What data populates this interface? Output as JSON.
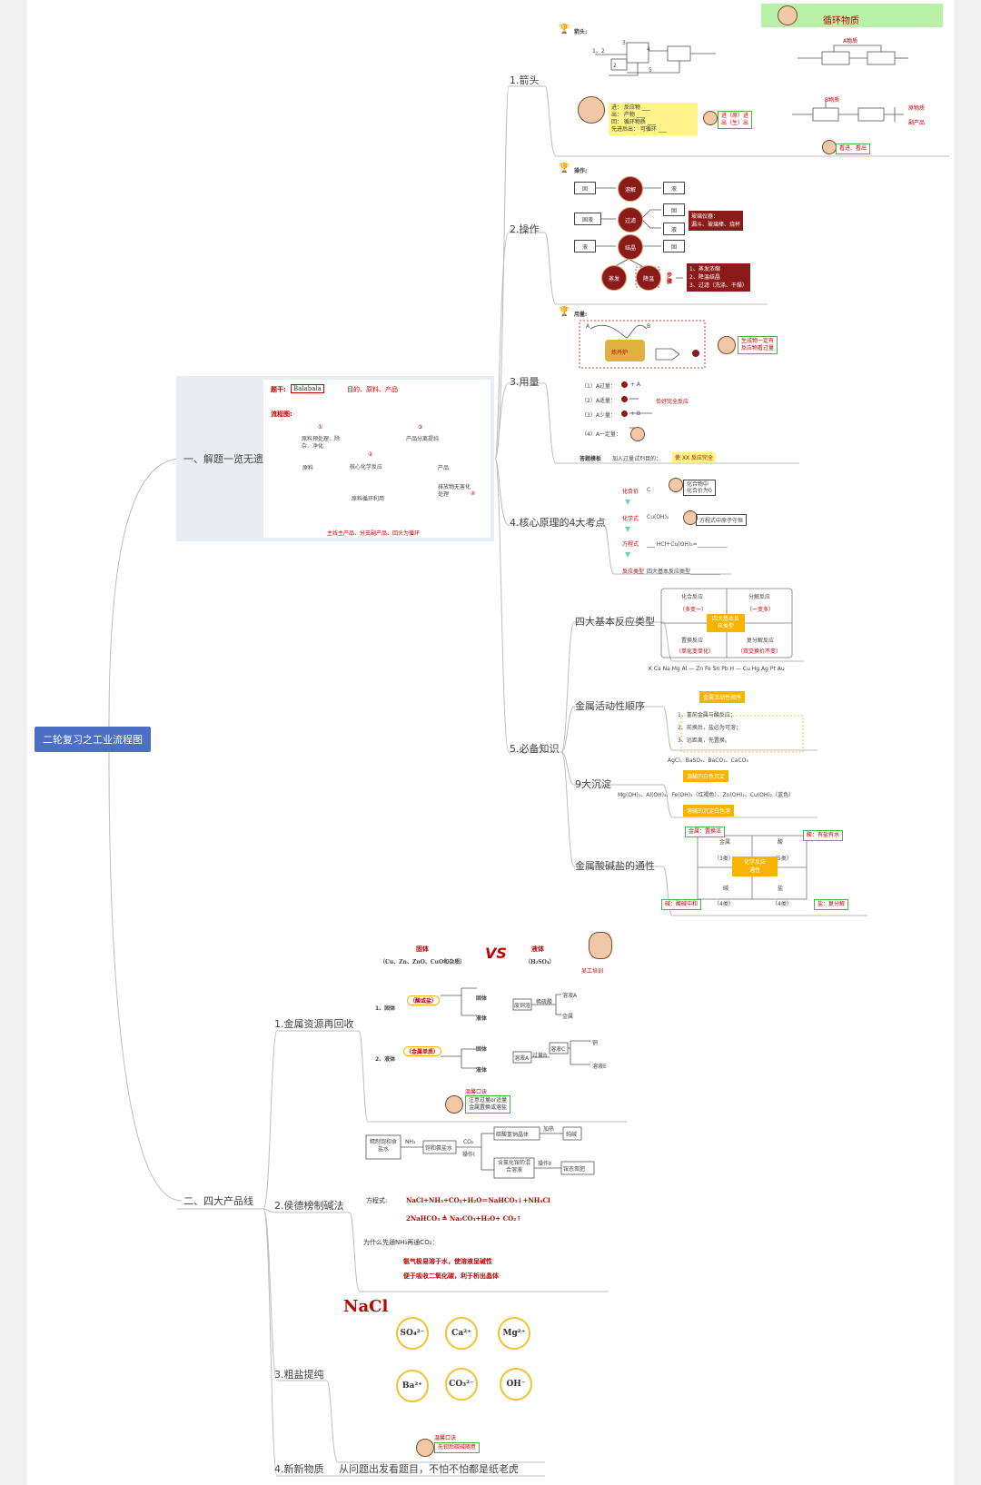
{
  "root": {
    "label": "二轮复习之工业流程图"
  },
  "main_branches": [
    {
      "label": "一、解题一览无遗"
    },
    {
      "label": "二、四大产品线"
    }
  ],
  "part1": {
    "topics": [
      "1.箭头",
      "2.操作",
      "3.用量",
      "4.核心原理的4大考点",
      "5.必备知识"
    ],
    "arrows": {
      "heading": "箭头:",
      "numbers": [
        "1、2",
        "3",
        "4",
        "2",
        "5"
      ],
      "corner_title": "循环物质",
      "a_label": "A物质",
      "card": [
        "进：  反应物  ___",
        "出：  产物  ___",
        "回：  循环物质  ___",
        "先进后出：  可循环  ___"
      ],
      "tip1": [
        "进（原）进",
        "出（生）出"
      ],
      "b_label": "B物质",
      "tip2": "看进、看出",
      "side_labels": [
        "原物质",
        "副产品"
      ]
    },
    "operation": {
      "heading": "操作:",
      "row1": [
        "固",
        "溶解",
        "液"
      ],
      "row2": [
        "固液",
        "过滤",
        "固",
        "液"
      ],
      "row3": [
        "液",
        "结晶",
        "固"
      ],
      "row3_sub": [
        "蒸发",
        "降温"
      ],
      "instrument": [
        "玻璃仪器：",
        "漏斗、玻璃棒、烧杯"
      ],
      "step_tag": "步骤",
      "steps": [
        "1、蒸发浓缩",
        "2、降温结晶",
        "3、过滤（洗涤、干燥）"
      ]
    },
    "amount": {
      "heading": "用量:",
      "a": "A",
      "b": "B",
      "machine": "炼丹炉",
      "tip": [
        "生成物一定有",
        "反应物看过量"
      ],
      "items": [
        "（1）A过量：",
        "（2）A适量：",
        "（3）A少量：",
        "（4）A一定量："
      ],
      "plus_a": "+ A",
      "plus_b": "+ B",
      "exact": "恰好完全反应",
      "bottom_label": "答题模板",
      "bottom_text": "加入过量试剂目的：",
      "bottom_answer": "使 XX 反应完全"
    },
    "core": {
      "rows": [
        "化合价",
        "化学式",
        "方程式",
        "反应类型"
      ],
      "row_vals": [
        "C",
        "Cu(OH)₂",
        "___ HCl+Cu(OH)₂=___________",
        "四大基本反应类型___________"
      ],
      "tips": [
        "化合物中",
        "化合价为0",
        "方程式中原子守恒"
      ]
    },
    "knowledge": {
      "sub_topics": [
        "四大基本反应类型",
        "金属活动性顺序",
        "9大沉淀",
        "金属酸碱盐的通性"
      ],
      "reaction_types": {
        "quad": [
          "化合反应",
          "分解反应",
          "置换反应",
          "复分解反应"
        ],
        "quad_notes": [
          "（多变一）",
          "（一变多）",
          "（单化变单化）",
          "（双交换价不变）"
        ],
        "center": "四大基本反应类型"
      },
      "activity": {
        "series": "K Ca Na Mg Al — Zn Fe Sn Pb H — Cu Hg Ag Pt Au",
        "badge": "金属活动性顺序",
        "rules": [
          "1、氢前金属与酸反应；",
          "2、前换后，盐必为可溶；",
          "3、远距离，先置换。"
        ]
      },
      "precipitates": {
        "row1": "AgCl、BaSO₄、BaCO₃、CaCO₃",
        "badge1": "溶酸的白色沉淀",
        "row2": "Mg(OH)₂、Al(OH)₃、Fe(OH)₃（红褐色）、Zn(OH)₂、Cu(OH)₂（蓝色）",
        "badge2": "溶碱的沉淀白色溶"
      },
      "properties": {
        "quad": [
          "金属",
          "酸",
          "碱",
          "盐"
        ],
        "counts": [
          "（3类）",
          "（5类）",
          "（4类）",
          "（4类）"
        ],
        "center": [
          "化学反应",
          "通性"
        ],
        "tips": [
          "金属：置换法",
          "酸：有盐有水",
          "碱：酸碱中和",
          "盐：复分解"
        ]
      }
    },
    "flowchart": {
      "title_label": "题干:",
      "title_tag": "Balabala",
      "title_note": "目的、原料、产品",
      "chart_label": "流程图:",
      "circle_nums": [
        "①",
        "②",
        "③",
        "④"
      ],
      "boxes": [
        "原料预处理、除杂、净化",
        "产品分离提纯",
        "原料",
        "核心化学反应",
        "产品"
      ],
      "recycle": "原料循环利用",
      "waste": "排放物无害化处理",
      "bottom": "主线主产品、分支副产品、回头为循环"
    }
  },
  "part2": {
    "topics": [
      "1.金属资源再回收",
      "2.侯德榜制碱法",
      "3.粗盐提纯",
      "4.新新物质"
    ],
    "metal": {
      "solid": "固体",
      "solid_sub": "（Cu、Zn、ZnO、CuO和杂质）",
      "vs": "VS",
      "liquid": "液体",
      "liquid_sub": "（H₂SO₄）",
      "brand": "吴工培训",
      "item1": "1、固体",
      "item1_tag": "（酸或盐）",
      "item2": "2、液体",
      "item2_tag": "（金属单质）",
      "outcomes": [
        "固体",
        "液体",
        "固体",
        "液体"
      ],
      "mini_flow": [
        "废铜渣",
        "稀硫酸",
        "溶液A",
        "金属"
      ],
      "mini_flow2": [
        "溶液A",
        "过量B",
        "溶液C",
        "铜",
        "溶液E"
      ],
      "tip_head": "温馨口诀",
      "tip": [
        "注意过量or适量",
        "金属置换或溶盐"
      ]
    },
    "hou": {
      "flow": [
        "精制饱和食盐水",
        "NH₃",
        "饱和氨盐水",
        "CO₂",
        "操作Ⅰ",
        "碳酸氢钠晶体",
        "加热",
        "纯碱",
        "含氯化铵的混合溶液",
        "操作Ⅱ",
        "铵态氮肥"
      ],
      "eq_label": "方程式:",
      "eq1": "NaCl+NH₃+CO₂+H₂O＝NaHCO₃↓+NH₄Cl",
      "eq2": "2NaHCO₃ ≜ Na₂CO₃+H₂O+ CO₂↑",
      "question": "为什么先通NH₃再通CO₂：",
      "answer1": "氨气极易溶于水，使溶液呈碱性",
      "answer2": "便于吸收二氧化碳，利于析出晶体"
    },
    "salt": {
      "title": "NaCl",
      "ions": [
        "SO₄²⁻",
        "Ca²⁺",
        "Mg²⁺",
        "Ba²⁺",
        "CO₃²⁻",
        "OH⁻"
      ],
      "tip_head": "温馨口诀",
      "tip": "先钡后碳碱随意"
    },
    "new_substance": {
      "text": "从问题出发看题目，不怕不怕都是纸老虎"
    }
  }
}
